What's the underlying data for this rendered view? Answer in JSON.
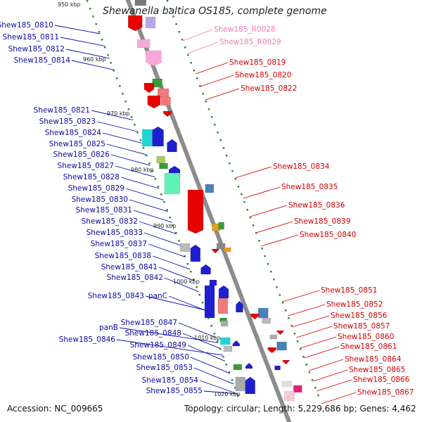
{
  "title": "Shewanella baltica OS185, complete genome",
  "footer": {
    "accession": "Accession: NC_009665",
    "topology": "Topology: circular; Length: 5,229,686 bp; Genes: 4,462"
  },
  "colors": {
    "left_label": "#0a0aa8",
    "right_label": "#d40000",
    "rna_label": "#f279b2",
    "backbone": "#8c8c8c",
    "tick": "#2e8b2e"
  },
  "kbp_ticks": [
    "950 kbp",
    "960 kbp",
    "970 kbp",
    "980 kbp",
    "990 kbp",
    "1000 kbp",
    "1010 kbp",
    "1020 kbp"
  ],
  "left_labels": [
    "Shew185_0810",
    "Shew185_0811",
    "Shew185_0812",
    "Shew185_0814",
    "Shew185_0821",
    "Shew185_0823",
    "Shew185_0824",
    "Shew185_0825",
    "Shew185_0826",
    "Shew185_0827",
    "Shew185_0828",
    "Shew185_0829",
    "Shew185_0830",
    "Shew185_0831",
    "Shew185_0832",
    "Shew185_0833",
    "Shew185_0837",
    "Shew185_0838",
    "Shew185_0841",
    "Shew185_0842",
    "Shew185_0843",
    "panC",
    "Shew185_0847",
    "panB",
    "Shew185_0848",
    "Shew185_0846",
    "Shew185_0849",
    "Shew185_0850",
    "Shew185_0853",
    "Shew185_0854",
    "Shew185_0855"
  ],
  "right_labels": [
    "Shew185_R0028",
    "Shew185_R0029",
    "Shew185_0819",
    "Shew185_0820",
    "Shew185_0822",
    "Shew185_0834",
    "Shew185_0835",
    "Shew185_0836",
    "Shew185_0839",
    "Shew185_0840",
    "Shew185_0851",
    "Shew185_0852",
    "Shew185_0856",
    "Shew185_0857",
    "Shew185_0860",
    "Shew185_0861",
    "Shew185_0864",
    "Shew185_0865",
    "Shew185_0866",
    "Shew185_0867"
  ],
  "right_label_kinds": [
    "rna",
    "rna",
    "cds",
    "cds",
    "cds",
    "cds",
    "cds",
    "cds",
    "cds",
    "cds",
    "cds",
    "cds",
    "cds",
    "cds",
    "cds",
    "cds",
    "cds",
    "cds",
    "cds",
    "cds"
  ]
}
